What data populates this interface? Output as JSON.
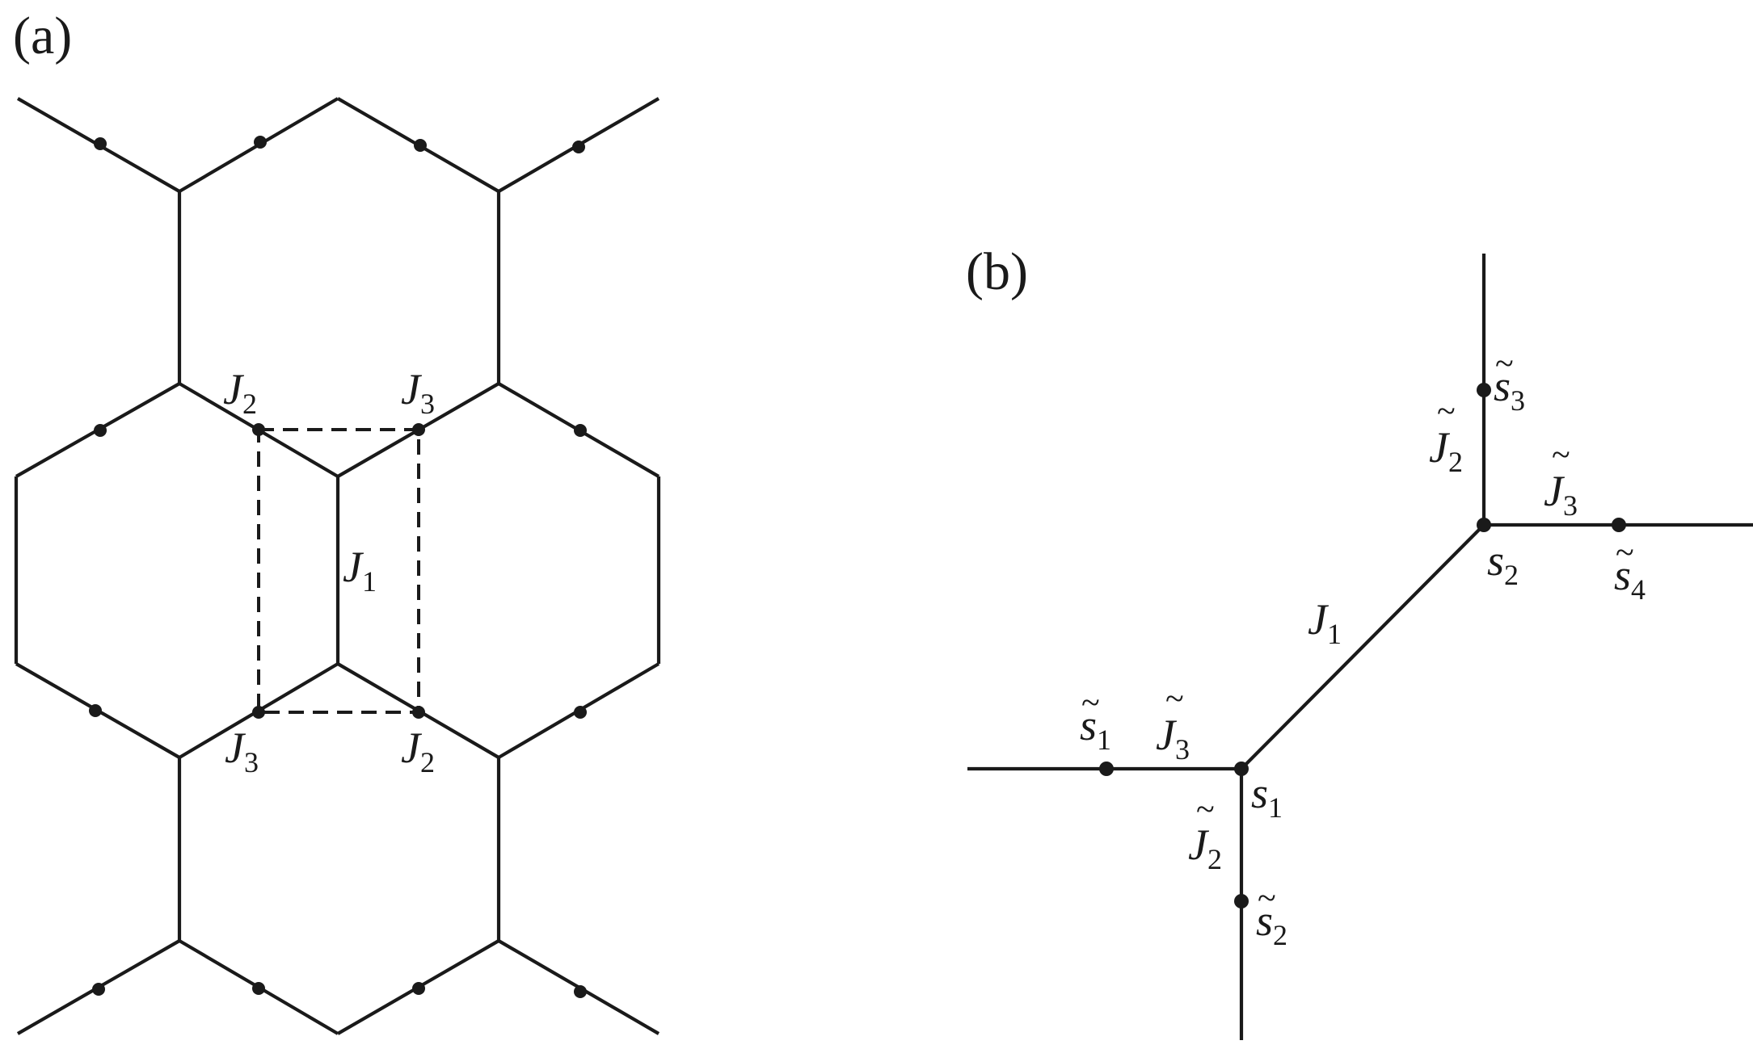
{
  "panels": {
    "a": "(a)",
    "b": "(b)"
  },
  "labels": [
    {
      "id": "a-J2-top",
      "base": "J",
      "sub": "2",
      "tilde": false
    },
    {
      "id": "a-J3-top",
      "base": "J",
      "sub": "3",
      "tilde": false
    },
    {
      "id": "a-J1",
      "base": "J",
      "sub": "1",
      "tilde": false
    },
    {
      "id": "a-J3-bottom",
      "base": "J",
      "sub": "3",
      "tilde": false
    },
    {
      "id": "a-J2-bottom",
      "base": "J",
      "sub": "2",
      "tilde": false
    },
    {
      "id": "b-s3",
      "base": "s",
      "sub": "3",
      "tilde": true
    },
    {
      "id": "b-J2-upper",
      "base": "J",
      "sub": "2",
      "tilde": true
    },
    {
      "id": "b-J3-right",
      "base": "J",
      "sub": "3",
      "tilde": true
    },
    {
      "id": "b-s2-site",
      "base": "s",
      "sub": "2",
      "tilde": false
    },
    {
      "id": "b-s4",
      "base": "s",
      "sub": "4",
      "tilde": true
    },
    {
      "id": "b-J1",
      "base": "J",
      "sub": "1",
      "tilde": false
    },
    {
      "id": "b-s1-tilde",
      "base": "s",
      "sub": "1",
      "tilde": true
    },
    {
      "id": "b-J3-left",
      "base": "J",
      "sub": "3",
      "tilde": true
    },
    {
      "id": "b-s1-site",
      "base": "s",
      "sub": "1",
      "tilde": false
    },
    {
      "id": "b-J2-lower",
      "base": "J",
      "sub": "2",
      "tilde": true
    },
    {
      "id": "b-s2-tilde",
      "base": "s",
      "sub": "2",
      "tilde": true
    }
  ],
  "colors": {
    "ink": "#1a1a1a",
    "background": "#ffffff"
  }
}
